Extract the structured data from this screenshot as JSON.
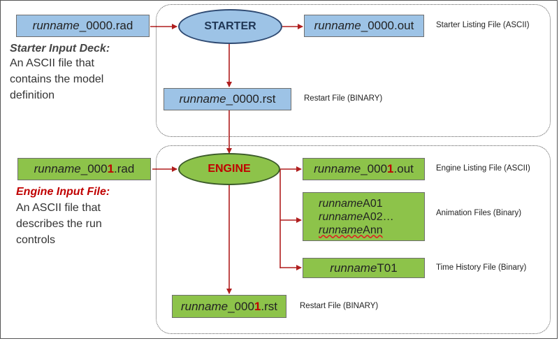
{
  "starter": {
    "input_file": {
      "prefix": "runname",
      "suffix": "_0000.rad"
    },
    "node": "STARTER",
    "listing_file": {
      "prefix": "runname",
      "suffix": "_0000.out"
    },
    "listing_label": "Starter Listing File (ASCII)",
    "restart_file": {
      "prefix": "runname",
      "suffix": "_0000.rst"
    },
    "restart_label": "Restart File (BINARY)",
    "input_heading": "Starter Input Deck:",
    "input_desc_lines": [
      "An ASCII file that",
      "contains the model",
      "definition"
    ]
  },
  "engine": {
    "input_file": {
      "prefix": "runname",
      "mid": "_000",
      "num": "1",
      "suffix": ".rad"
    },
    "node": "ENGINE",
    "listing_file": {
      "prefix": "runname",
      "mid": "_000",
      "num": "1",
      "suffix": ".out"
    },
    "listing_label": "Engine Listing File (ASCII)",
    "animation_files": [
      {
        "prefix": "runname",
        "suffix": "A01"
      },
      {
        "prefix": "runname",
        "suffix": "A02…"
      },
      {
        "prefix": "runname",
        "suffix": "Ann"
      }
    ],
    "animation_label": "Animation Files (Binary)",
    "time_history_file": {
      "prefix": "runname",
      "suffix": "T01"
    },
    "time_history_label": "Time History File (Binary)",
    "restart_file": {
      "prefix": "runname",
      "mid": "_000",
      "num": "1",
      "suffix": ".rst"
    },
    "restart_label": "Restart File (BINARY)",
    "input_heading": "Engine Input File:",
    "input_desc_lines": [
      "An ASCII file that",
      "describes the run",
      "controls"
    ]
  },
  "colors": {
    "blue_box": "#9dc3e6",
    "green_box": "#8dc34a",
    "starter_ellipse": "#9dc3e6",
    "engine_ellipse": "#8dc34a",
    "engine_text": "#c00000",
    "arrow": "#b01e1e",
    "starter_heading": "#444444",
    "engine_heading": "#c00000"
  }
}
